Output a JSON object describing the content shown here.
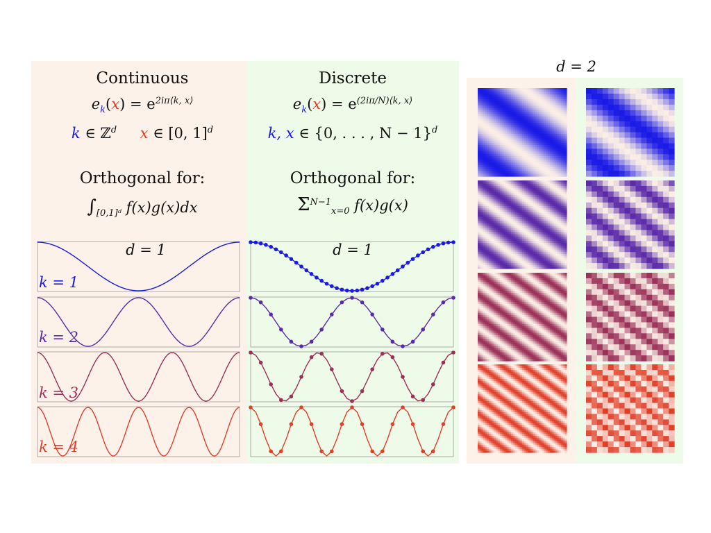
{
  "continuous": {
    "title": "Continuous",
    "basis_lhs": "e",
    "basis_sub": "k",
    "basis_arg": "x",
    "basis_rhs": "= e",
    "basis_exp": "2iπ⟨k, x⟩",
    "domain_k": "k",
    "domain_k_set": "∈ ℤ",
    "domain_k_pow": "d",
    "domain_x": "x",
    "domain_x_set": "∈ [0, 1]",
    "domain_x_pow": "d",
    "orth_title": "Orthogonal for:",
    "orth_int": "∫",
    "orth_int_sub": "[0,1]ᵈ",
    "orth_body": "f(x)g(x)dx"
  },
  "discrete": {
    "title": "Discrete",
    "basis_lhs": "e",
    "basis_sub": "k",
    "basis_arg": "x",
    "basis_rhs": "= e",
    "basis_exp": "(2iπ/N)⟨k, x⟩",
    "domain": "k, x",
    "domain_set": "∈ {0, . . . , N − 1}",
    "domain_pow": "d",
    "orth_title": "Orthogonal for:",
    "orth_sum": "Σ",
    "orth_sum_sup": "N−1",
    "orth_sum_sub": "x=0",
    "orth_body": "f(x)g(x)"
  },
  "d1_label": "d = 1",
  "d2_label": "d = 2",
  "k_labels": [
    "k = 1",
    "k = 2",
    "k = 3",
    "k = 4"
  ],
  "colors": {
    "k1": "#1a1ae6",
    "k2": "#5a2aa8",
    "k3": "#9a3058",
    "k4": "#e0402a",
    "warm_bg": "#fcf2e9",
    "green_bg": "#eefbe9",
    "light": "#fbeee6"
  },
  "chart_data": {
    "type": "line",
    "frequencies": [
      1,
      2,
      3,
      4
    ],
    "discrete_points_per_period": 40
  }
}
